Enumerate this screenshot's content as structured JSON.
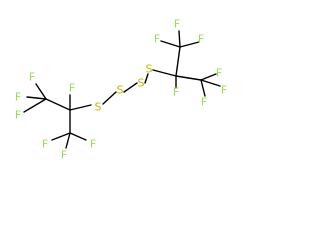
{
  "colors": {
    "background": "#ffffff",
    "bond": "#000000",
    "fluorine": "#90e050",
    "sulfur": "#c8b400"
  },
  "atoms": {
    "f1": "F",
    "f2": "F",
    "f3": "F",
    "f4": "F",
    "f5": "F",
    "f6": "F",
    "f7": "F",
    "s1": "S",
    "s2": "S",
    "s3": "S",
    "s4": "S",
    "f8": "F",
    "f9": "F",
    "f10": "F",
    "f11": "F",
    "f12": "F",
    "f13": "F",
    "f14": "F"
  }
}
